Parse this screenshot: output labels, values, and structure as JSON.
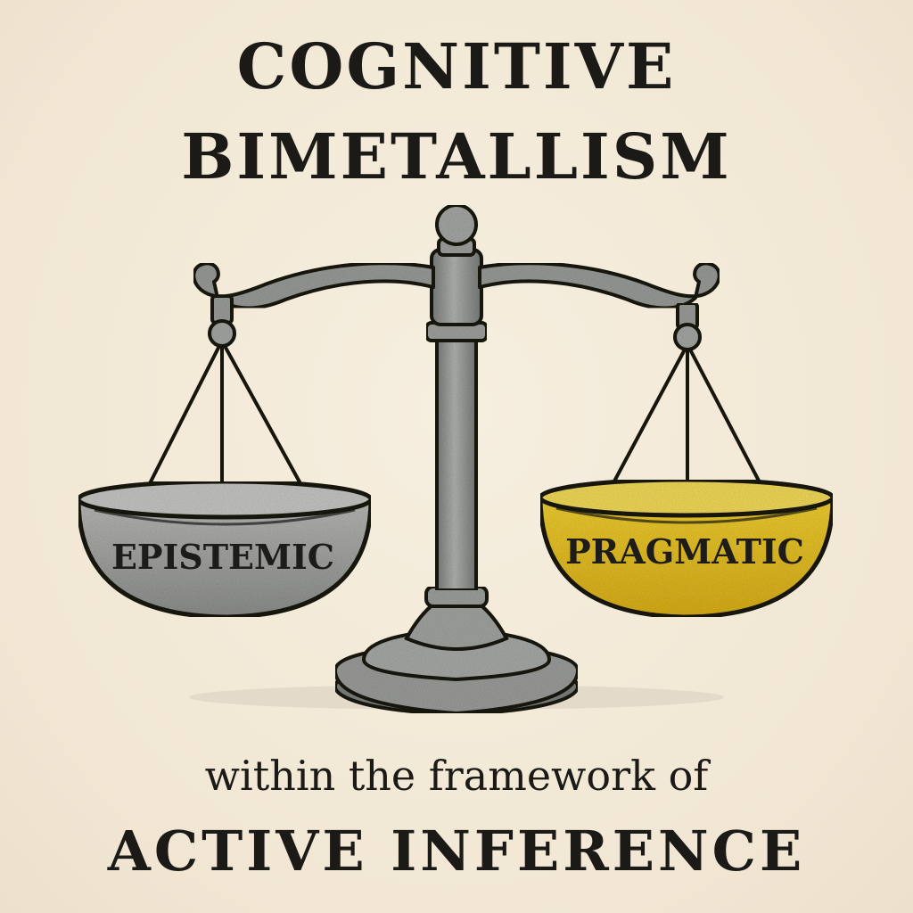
{
  "title": {
    "line1": "COGNITIVE",
    "line2": "BIMETALLISM"
  },
  "scale": {
    "left_pan_label": "EPISTEMIC",
    "right_pan_label": "PRAGMATIC",
    "left_pan_color": "#a9aaa8",
    "right_pan_color": "#e8c22a",
    "metal_color": "#8f918f"
  },
  "subtitle": "within the framework of",
  "footer_title": "ACTIVE INFERENCE",
  "background_color": "#f3ead9",
  "ink_color": "#1b1a17"
}
